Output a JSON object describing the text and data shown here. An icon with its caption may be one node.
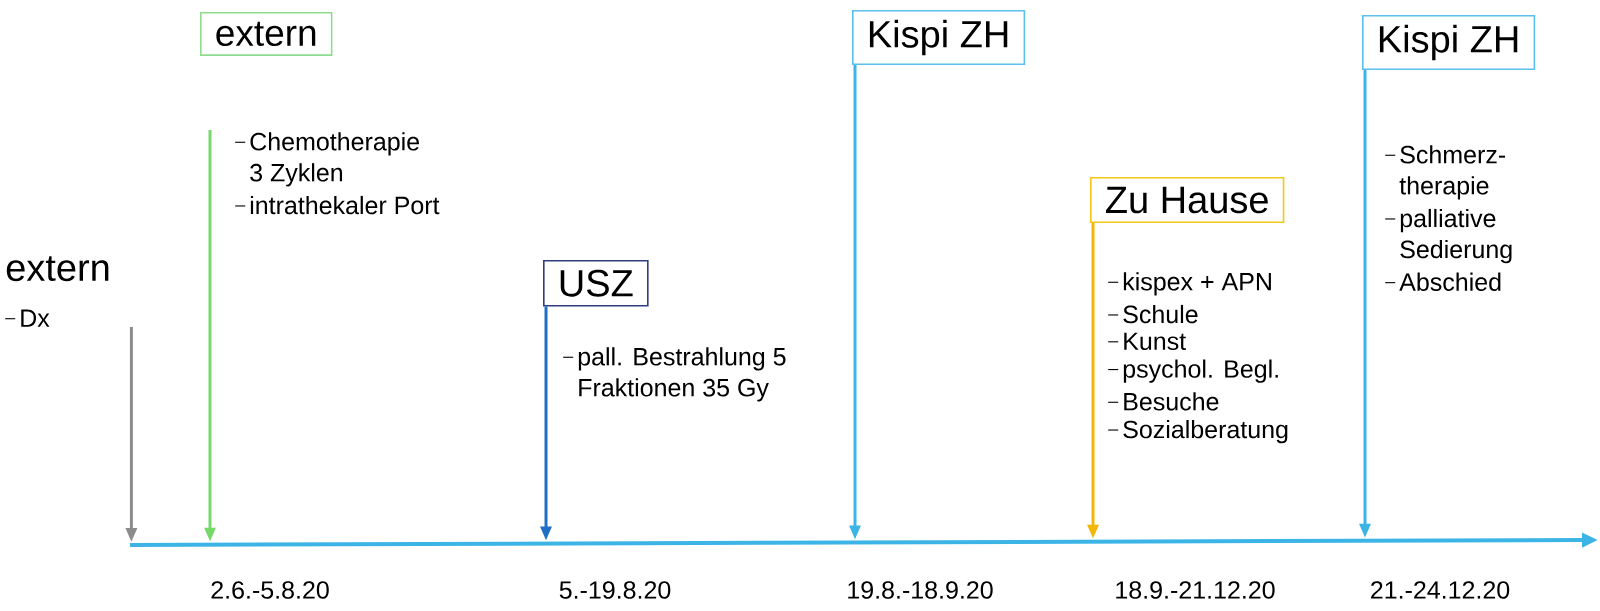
{
  "diagram": {
    "nodes": [
      {
        "text": [
          "extern",
          "Dx"
        ]
      },
      {
        "text": [
          "extern"
        ],
        "beside": [
          "Chemotherapie 3 Zyklen",
          "intrathekaler Port"
        ]
      },
      {
        "text": [
          "USZ"
        ],
        "beside": [
          "pall. Bestrahlung 5 Fraktionen 35 Gy"
        ]
      },
      {
        "text": [
          "Kispi ZH"
        ]
      },
      {
        "text": [
          "Zu Hause"
        ],
        "beside": [
          "kispex + APN",
          "Schule",
          "Kunst",
          "psychol. Begl.",
          "Besuche",
          "Sozialberatung"
        ]
      },
      {
        "text": [
          "Kispi ZH"
        ],
        "beside": [
          "Schmerz- therapie",
          "palliative Sedierung",
          "Abschied"
        ]
      }
    ],
    "edges": [
      {
        "from": 0,
        "to": null,
        "arrow": "to",
        "color": "#8c8c8c"
      },
      {
        "from": 1,
        "to": null,
        "arrow": "to",
        "color": "#77d96a"
      },
      {
        "from": 2,
        "to": null,
        "arrow": "to",
        "color": "#1f6fc4"
      },
      {
        "from": 3,
        "to": null,
        "arrow": "to",
        "color": "#3db4e6"
      },
      {
        "from": 4,
        "to": null,
        "arrow": "to",
        "color": "#f2b705"
      },
      {
        "from": 5,
        "to": null,
        "arrow": "to",
        "color": "#3db4e6"
      }
    ],
    "labels": [
      "2.6.-5.8.20",
      "5.-19.8.20",
      "19.8.-18.9.20",
      "18.9.-21.12.20",
      "21.-24.12.20"
    ]
  }
}
